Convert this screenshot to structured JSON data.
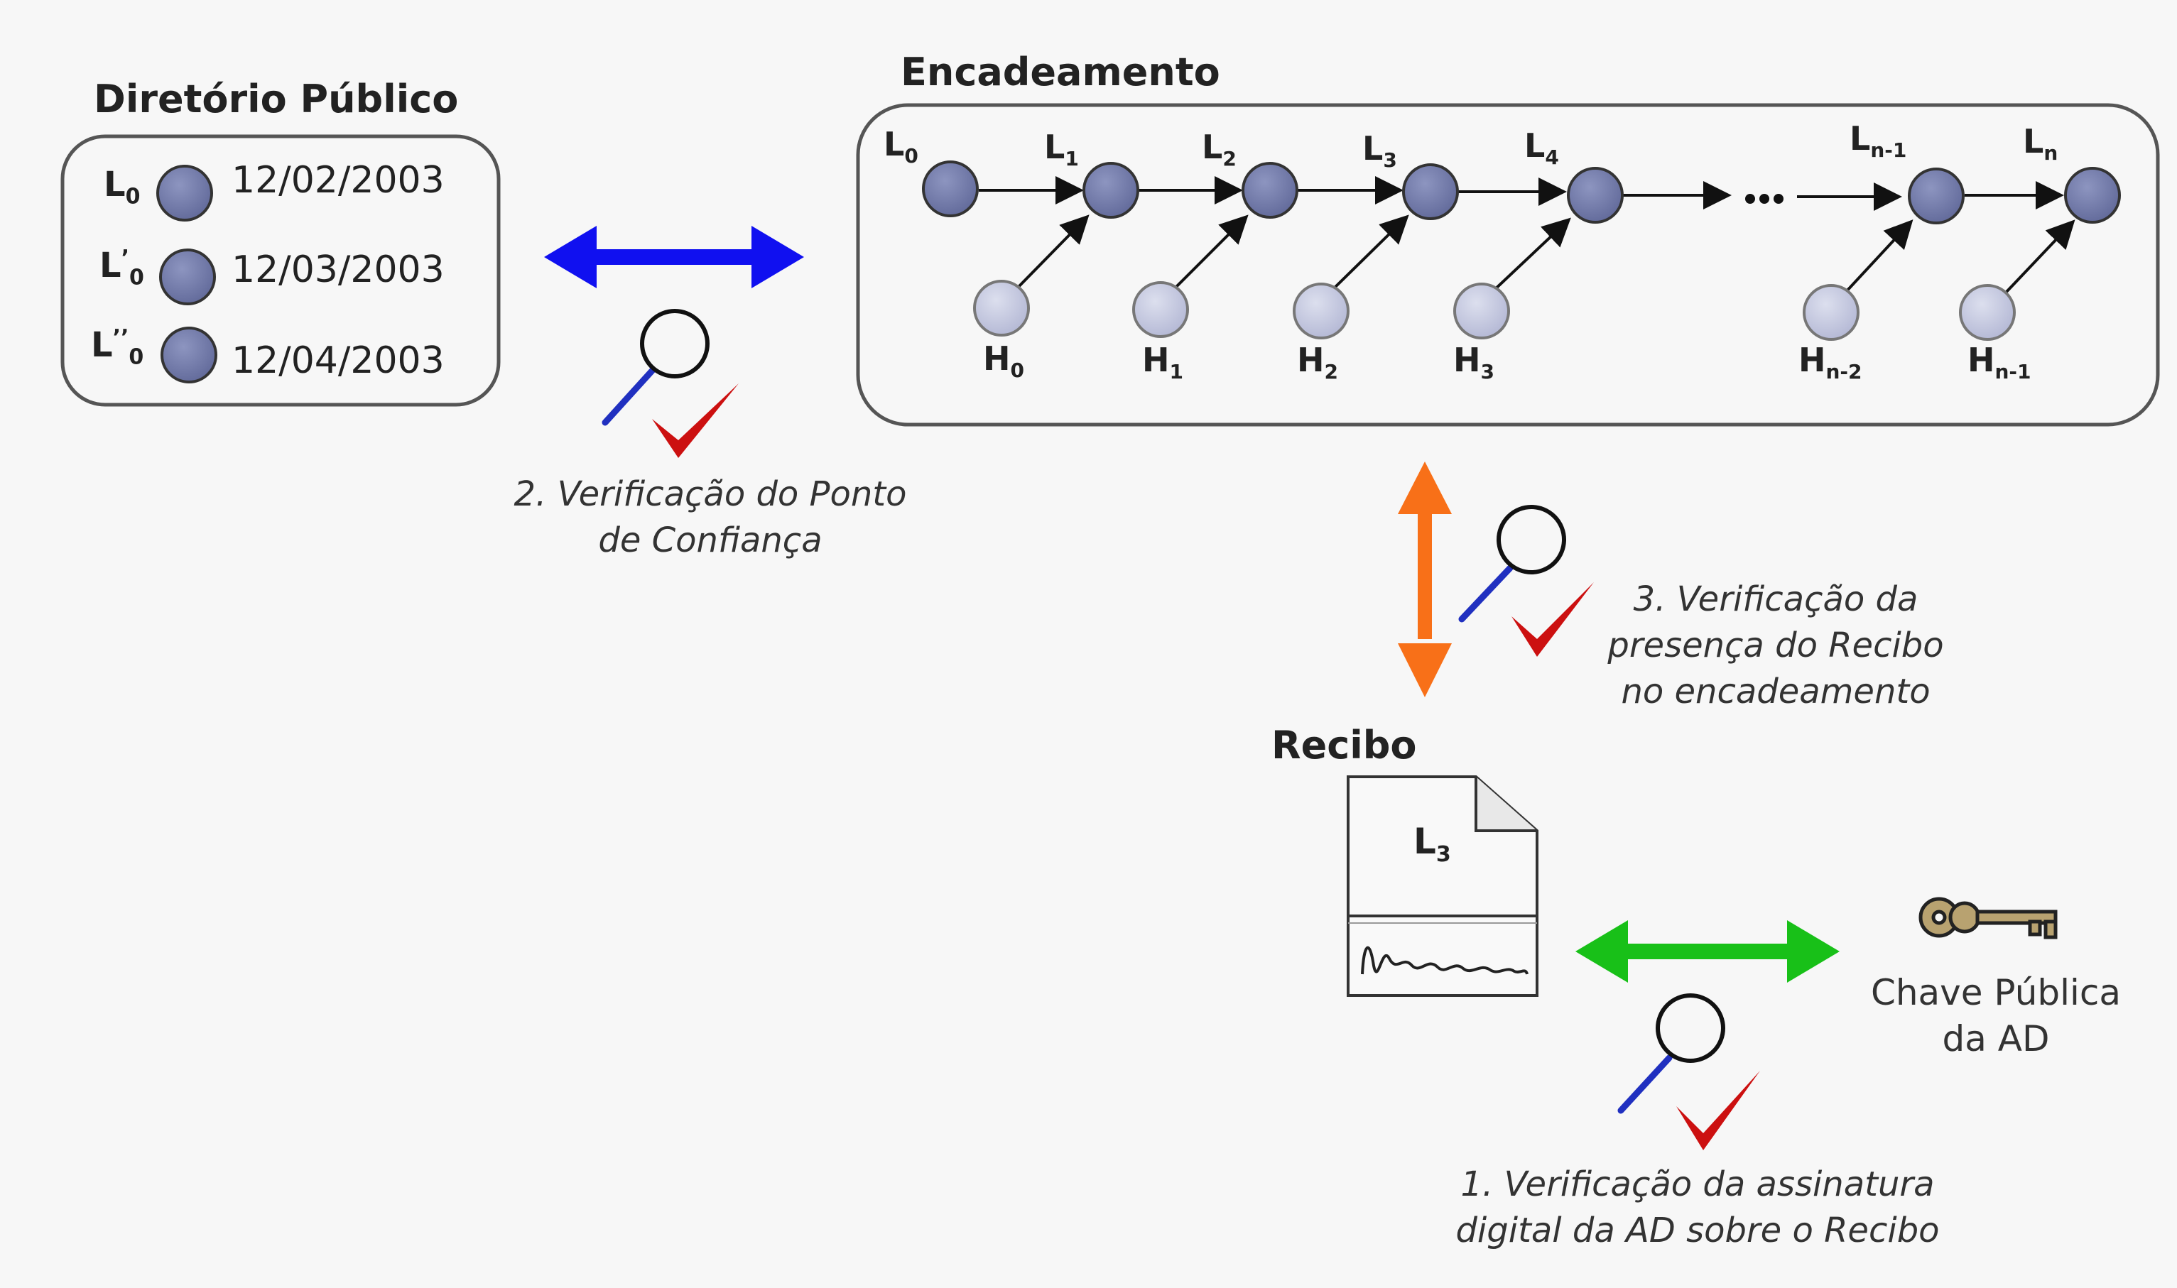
{
  "diretorio": {
    "title": "Diretório Público",
    "entries": [
      {
        "label": "L0",
        "base": "L",
        "sup": "",
        "sub": "0",
        "date": "12/02/2003"
      },
      {
        "label": "L'0",
        "base": "L",
        "sup": "’",
        "sub": "0",
        "date": "12/03/2003"
      },
      {
        "label": "L''0",
        "base": "L",
        "sup": "’’",
        "sub": "0",
        "date": "12/04/2003"
      }
    ]
  },
  "encadeamento": {
    "title": "Encadeamento",
    "top_nodes": [
      {
        "base": "L",
        "sub": "0"
      },
      {
        "base": "L",
        "sub": "1"
      },
      {
        "base": "L",
        "sub": "2"
      },
      {
        "base": "L",
        "sub": "3"
      },
      {
        "base": "L",
        "sub": "4"
      },
      {
        "base": "L",
        "sub": "n-1"
      },
      {
        "base": "L",
        "sub": "n"
      }
    ],
    "bottom_nodes": [
      {
        "base": "H",
        "sub": "0"
      },
      {
        "base": "H",
        "sub": "1"
      },
      {
        "base": "H",
        "sub": "2"
      },
      {
        "base": "H",
        "sub": "3"
      },
      {
        "base": "H",
        "sub": "n-2"
      },
      {
        "base": "H",
        "sub": "n-1"
      }
    ],
    "ellipsis": "•••"
  },
  "recibo": {
    "title": "Recibo",
    "content": {
      "base": "L",
      "sub": "3"
    }
  },
  "chave": {
    "line1": "Chave Pública",
    "line2": "da AD",
    "icon": "key-icon"
  },
  "steps": {
    "step1": {
      "line1": "1. Verificação da assinatura",
      "line2": "digital da AD sobre o Recibo"
    },
    "step2": {
      "line1": "2. Verificação do Ponto",
      "line2": "de Confiança"
    },
    "step3": {
      "line1": "3. Verificação da",
      "line2": "presença do Recibo",
      "line3": "no encadeamento"
    }
  },
  "colors": {
    "background": "#f7f7f7",
    "node_dark": "#7079a8",
    "node_light": "#c4c8e0",
    "arrow_blue": "#1010f0",
    "arrow_orange": "#f87018",
    "arrow_green": "#18c018",
    "check_red": "#cc1010"
  }
}
